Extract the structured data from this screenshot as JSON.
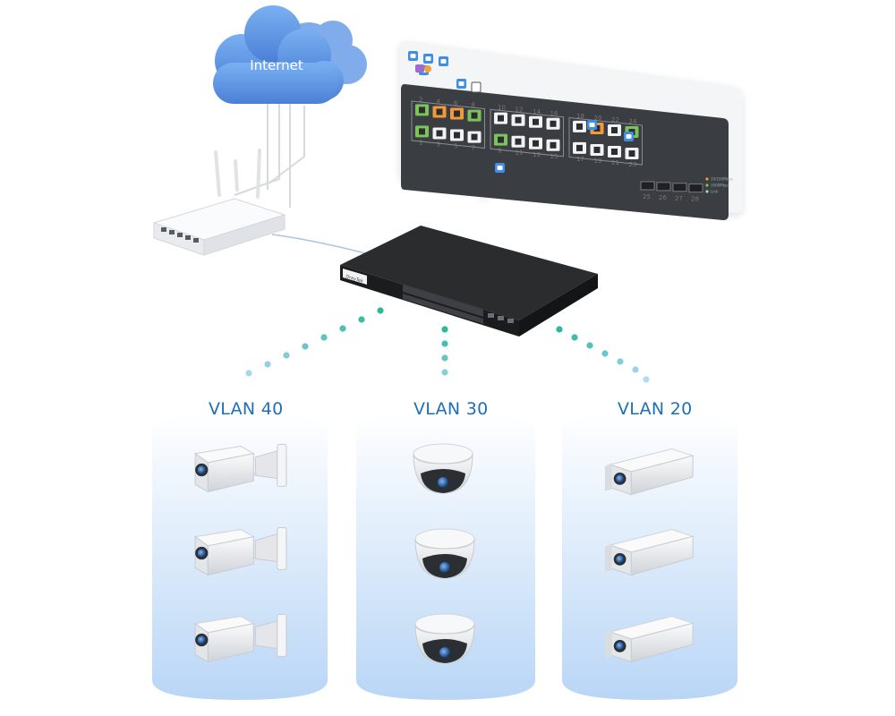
{
  "cloud": {
    "label": "Internet"
  },
  "switch": {
    "brand": "DrayTek",
    "model": "VigorSwitch"
  },
  "panel": {
    "top_ports": [
      "2",
      "4",
      "6",
      "8",
      "10",
      "12",
      "14",
      "16",
      "18",
      "20",
      "22",
      "24"
    ],
    "bottom_ports": [
      "1",
      "3",
      "5",
      "7",
      "9",
      "11",
      "13",
      "15",
      "17",
      "19",
      "21",
      "23"
    ],
    "sfp_ports": [
      "25",
      "26",
      "27",
      "28"
    ],
    "legend": [
      "10/100Mbps",
      "1000Mbps",
      "Link"
    ]
  },
  "vlans": [
    {
      "label": "VLAN 40",
      "device": "box-camera",
      "count": 3
    },
    {
      "label": "VLAN 30",
      "device": "dome-camera",
      "count": 3
    },
    {
      "label": "VLAN 20",
      "device": "bullet-camera",
      "count": 3
    }
  ],
  "colors": {
    "cloud": "#5b8fe0",
    "vlan_text": "#1f6fb8",
    "port_green": "#7cc35a",
    "port_orange": "#f29a3b",
    "switch_body": "#2a2c2e",
    "lens": "#1e4f8a",
    "column_gradient_top": "#ffffff",
    "column_gradient_bottom": "#b9d6f6"
  }
}
